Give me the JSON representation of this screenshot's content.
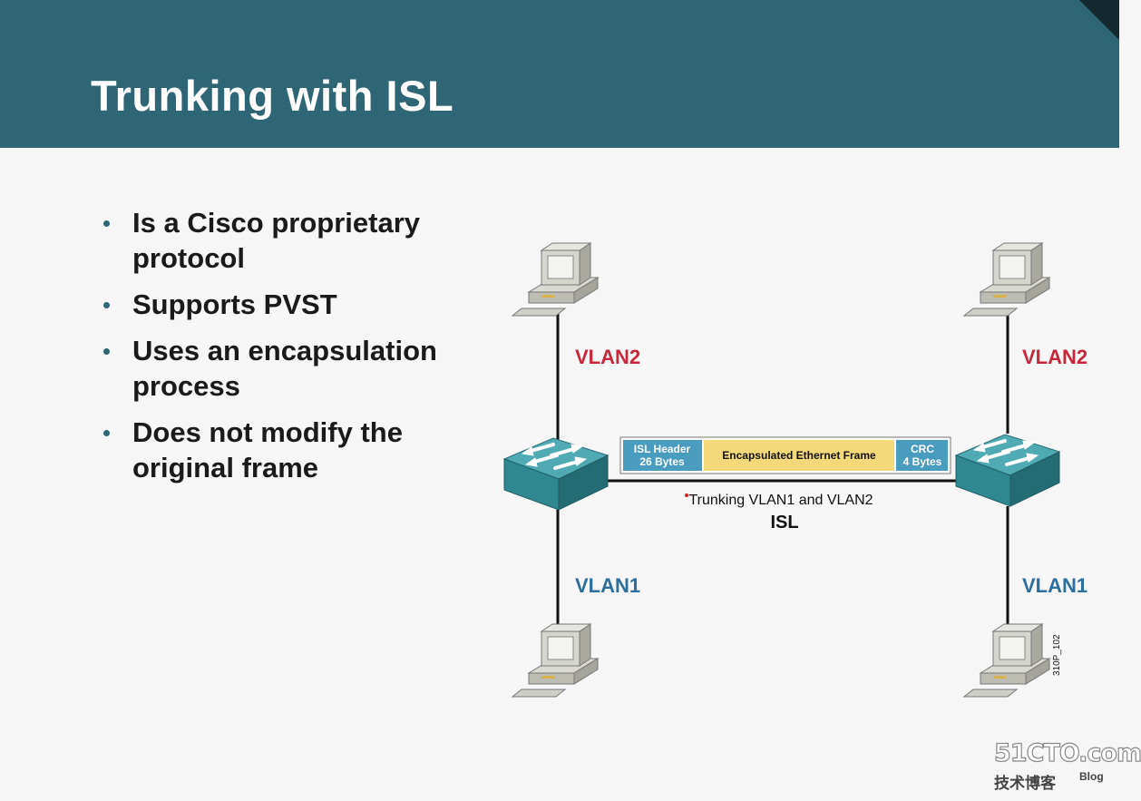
{
  "slide": {
    "title": "Trunking with ISL",
    "bullets": [
      {
        "line1": "Is a Cisco proprietary",
        "line2": "protocol"
      },
      {
        "line1": "Supports PVST",
        "line2": ""
      },
      {
        "line1": "Uses an encapsulation",
        "line2": "process"
      },
      {
        "line1": "Does not modify the",
        "line2": "original frame"
      }
    ]
  },
  "diagram": {
    "vlan_labels": {
      "left_top": "VLAN2",
      "right_top": "VLAN2",
      "left_bottom": "VLAN1",
      "right_bottom": "VLAN1"
    },
    "frame": {
      "header_line1": "ISL Header",
      "header_line2": "26 Bytes",
      "payload": "Encapsulated Ethernet Frame",
      "crc_line1": "CRC",
      "crc_line2": "4 Bytes"
    },
    "trunk_caption": "Trunking VLAN1 and VLAN2",
    "trunk_protocol": "ISL",
    "figure_code": "310P_102"
  },
  "watermark": {
    "site": "51CTO.com",
    "subtitle": "技术博客",
    "blog": "Blog"
  },
  "colors": {
    "header_bg": "#2e6675",
    "vlan2": "#c8283c",
    "vlan1": "#2c6e9c",
    "isl_header_fill": "#4a9cbf",
    "payload_fill": "#f3d97a",
    "switch_top": "#4faab3",
    "switch_side": "#2a7f87"
  },
  "icons": [
    "pc-icon",
    "switch-icon"
  ]
}
